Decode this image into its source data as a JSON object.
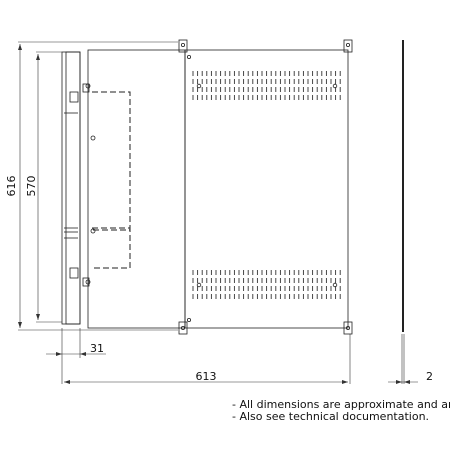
{
  "dimensions": {
    "height_overall": "616",
    "height_inner": "570",
    "flange_depth": "31",
    "width_overall": "613",
    "side_thickness": "2"
  },
  "notes": [
    "- All dimensions are approximate and are in",
    "- Also see technical documentation."
  ]
}
